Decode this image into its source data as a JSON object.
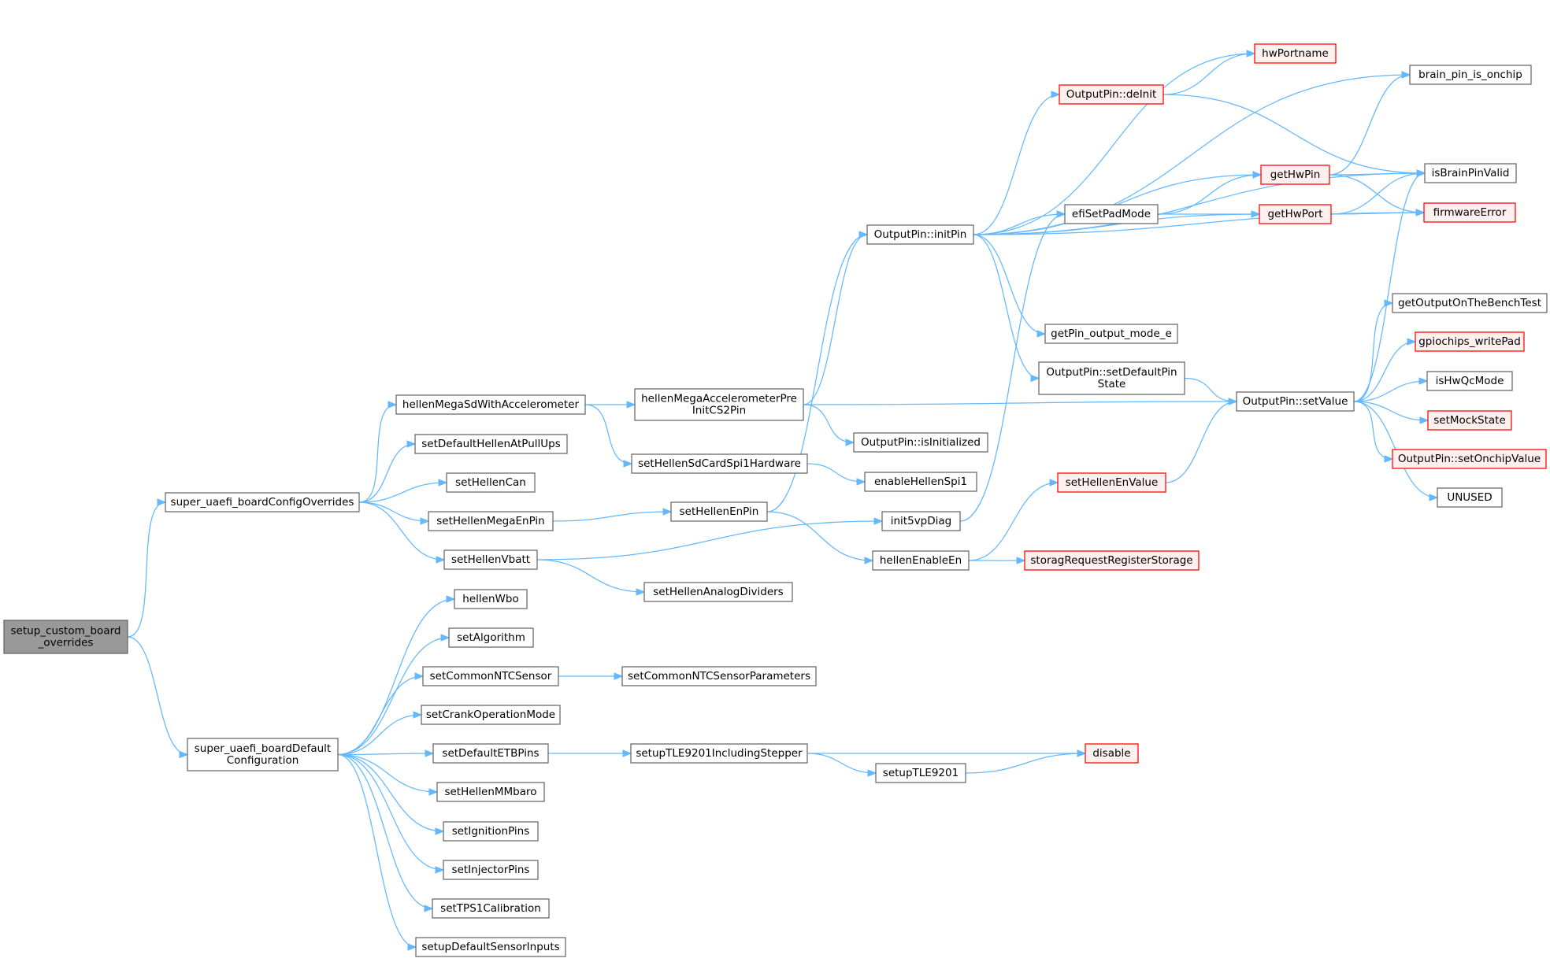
{
  "colors": {
    "edge": "#63B8FF",
    "node_border": "#666666",
    "node_fill": "#ffffff",
    "root_fill": "#999999",
    "root_border": "#666666",
    "truncated_border": "#ff0000",
    "truncated_fill": "#fff0f0"
  },
  "nodes": [
    {
      "id": "setup_custom_board_overrides",
      "lines": [
        "setup_custom_board",
        "_overrides"
      ],
      "kind": "root"
    },
    {
      "id": "super_uaefi_boardConfigOverrides",
      "lines": [
        "super_uaefi_boardConfigOverrides"
      ],
      "kind": "normal"
    },
    {
      "id": "super_uaefi_boardDefaultConfiguration",
      "lines": [
        "super_uaefi_boardDefault",
        "Configuration"
      ],
      "kind": "normal"
    },
    {
      "id": "hellenMegaSdWithAccelerometer",
      "lines": [
        "hellenMegaSdWithAccelerometer"
      ],
      "kind": "normal"
    },
    {
      "id": "setDefaultHellenAtPullUps",
      "lines": [
        "setDefaultHellenAtPullUps"
      ],
      "kind": "normal"
    },
    {
      "id": "setHellenCan",
      "lines": [
        "setHellenCan"
      ],
      "kind": "normal"
    },
    {
      "id": "setHellenMegaEnPin",
      "lines": [
        "setHellenMegaEnPin"
      ],
      "kind": "normal"
    },
    {
      "id": "setHellenVbatt",
      "lines": [
        "setHellenVbatt"
      ],
      "kind": "normal"
    },
    {
      "id": "hellenWbo",
      "lines": [
        "hellenWbo"
      ],
      "kind": "normal"
    },
    {
      "id": "setAlgorithm",
      "lines": [
        "setAlgorithm"
      ],
      "kind": "normal"
    },
    {
      "id": "setCommonNTCSensor",
      "lines": [
        "setCommonNTCSensor"
      ],
      "kind": "normal"
    },
    {
      "id": "setCrankOperationMode",
      "lines": [
        "setCrankOperationMode"
      ],
      "kind": "normal"
    },
    {
      "id": "setDefaultETBPins",
      "lines": [
        "setDefaultETBPins"
      ],
      "kind": "normal"
    },
    {
      "id": "setHellenMMbaro",
      "lines": [
        "setHellenMMbaro"
      ],
      "kind": "normal"
    },
    {
      "id": "setIgnitionPins",
      "lines": [
        "setIgnitionPins"
      ],
      "kind": "normal"
    },
    {
      "id": "setInjectorPins",
      "lines": [
        "setInjectorPins"
      ],
      "kind": "normal"
    },
    {
      "id": "setTPS1Calibration",
      "lines": [
        "setTPS1Calibration"
      ],
      "kind": "normal"
    },
    {
      "id": "setupDefaultSensorInputs",
      "lines": [
        "setupDefaultSensorInputs"
      ],
      "kind": "normal"
    },
    {
      "id": "hellenMegaAccelerometerPreInitCS2Pin",
      "lines": [
        "hellenMegaAccelerometerPre",
        "InitCS2Pin"
      ],
      "kind": "normal"
    },
    {
      "id": "setHellenSdCardSpi1Hardware",
      "lines": [
        "setHellenSdCardSpi1Hardware"
      ],
      "kind": "normal"
    },
    {
      "id": "setHellenEnPin",
      "lines": [
        "setHellenEnPin"
      ],
      "kind": "normal"
    },
    {
      "id": "setHellenAnalogDividers",
      "lines": [
        "setHellenAnalogDividers"
      ],
      "kind": "normal"
    },
    {
      "id": "setCommonNTCSensorParameters",
      "lines": [
        "setCommonNTCSensorParameters"
      ],
      "kind": "normal"
    },
    {
      "id": "setupTLE9201IncludingStepper",
      "lines": [
        "setupTLE9201IncludingStepper"
      ],
      "kind": "normal"
    },
    {
      "id": "setupTLE9201",
      "lines": [
        "setupTLE9201"
      ],
      "kind": "normal"
    },
    {
      "id": "OutputPin_initPin",
      "lines": [
        "OutputPin::initPin"
      ],
      "kind": "normal"
    },
    {
      "id": "OutputPin_isInitialized",
      "lines": [
        "OutputPin::isInitialized"
      ],
      "kind": "normal"
    },
    {
      "id": "enableHellenSpi1",
      "lines": [
        "enableHellenSpi1"
      ],
      "kind": "normal"
    },
    {
      "id": "init5vpDiag",
      "lines": [
        "init5vpDiag"
      ],
      "kind": "normal"
    },
    {
      "id": "hellenEnableEn",
      "lines": [
        "hellenEnableEn"
      ],
      "kind": "normal"
    },
    {
      "id": "disable",
      "lines": [
        "disable"
      ],
      "kind": "truncated"
    },
    {
      "id": "OutputPin_deInit",
      "lines": [
        "OutputPin::deInit"
      ],
      "kind": "truncated"
    },
    {
      "id": "efiSetPadMode",
      "lines": [
        "efiSetPadMode"
      ],
      "kind": "normal"
    },
    {
      "id": "getPin_output_mode_e",
      "lines": [
        "getPin_output_mode_e"
      ],
      "kind": "normal"
    },
    {
      "id": "OutputPin_setDefaultPinState",
      "lines": [
        "OutputPin::setDefaultPin",
        "State"
      ],
      "kind": "normal"
    },
    {
      "id": "setHellenEnValue",
      "lines": [
        "setHellenEnValue"
      ],
      "kind": "truncated"
    },
    {
      "id": "storagRequestRegisterStorage",
      "lines": [
        "storagRequestRegisterStorage"
      ],
      "kind": "truncated"
    },
    {
      "id": "hwPortname",
      "lines": [
        "hwPortname"
      ],
      "kind": "truncated"
    },
    {
      "id": "getHwPin",
      "lines": [
        "getHwPin"
      ],
      "kind": "truncated"
    },
    {
      "id": "getHwPort",
      "lines": [
        "getHwPort"
      ],
      "kind": "truncated"
    },
    {
      "id": "OutputPin_setValue",
      "lines": [
        "OutputPin::setValue"
      ],
      "kind": "normal"
    },
    {
      "id": "brain_pin_is_onchip",
      "lines": [
        "brain_pin_is_onchip"
      ],
      "kind": "normal"
    },
    {
      "id": "isBrainPinValid",
      "lines": [
        "isBrainPinValid"
      ],
      "kind": "normal"
    },
    {
      "id": "firmwareError",
      "lines": [
        "firmwareError"
      ],
      "kind": "truncated"
    },
    {
      "id": "getOutputOnTheBenchTest",
      "lines": [
        "getOutputOnTheBenchTest"
      ],
      "kind": "normal"
    },
    {
      "id": "gpiochips_writePad",
      "lines": [
        "gpiochips_writePad"
      ],
      "kind": "truncated"
    },
    {
      "id": "isHwQcMode",
      "lines": [
        "isHwQcMode"
      ],
      "kind": "normal"
    },
    {
      "id": "setMockState",
      "lines": [
        "setMockState"
      ],
      "kind": "truncated"
    },
    {
      "id": "OutputPin_setOnchipValue",
      "lines": [
        "OutputPin::setOnchipValue"
      ],
      "kind": "truncated"
    },
    {
      "id": "UNUSED",
      "lines": [
        "UNUSED"
      ],
      "kind": "normal"
    }
  ],
  "edges": [
    [
      "setup_custom_board_overrides",
      "super_uaefi_boardConfigOverrides"
    ],
    [
      "setup_custom_board_overrides",
      "super_uaefi_boardDefaultConfiguration"
    ],
    [
      "super_uaefi_boardConfigOverrides",
      "hellenMegaSdWithAccelerometer"
    ],
    [
      "super_uaefi_boardConfigOverrides",
      "setDefaultHellenAtPullUps"
    ],
    [
      "super_uaefi_boardConfigOverrides",
      "setHellenCan"
    ],
    [
      "super_uaefi_boardConfigOverrides",
      "setHellenMegaEnPin"
    ],
    [
      "super_uaefi_boardConfigOverrides",
      "setHellenVbatt"
    ],
    [
      "super_uaefi_boardDefaultConfiguration",
      "hellenWbo"
    ],
    [
      "super_uaefi_boardDefaultConfiguration",
      "setAlgorithm"
    ],
    [
      "super_uaefi_boardDefaultConfiguration",
      "setCommonNTCSensor"
    ],
    [
      "super_uaefi_boardDefaultConfiguration",
      "setCrankOperationMode"
    ],
    [
      "super_uaefi_boardDefaultConfiguration",
      "setDefaultETBPins"
    ],
    [
      "super_uaefi_boardDefaultConfiguration",
      "setHellenMMbaro"
    ],
    [
      "super_uaefi_boardDefaultConfiguration",
      "setIgnitionPins"
    ],
    [
      "super_uaefi_boardDefaultConfiguration",
      "setInjectorPins"
    ],
    [
      "super_uaefi_boardDefaultConfiguration",
      "setTPS1Calibration"
    ],
    [
      "super_uaefi_boardDefaultConfiguration",
      "setupDefaultSensorInputs"
    ],
    [
      "hellenMegaSdWithAccelerometer",
      "hellenMegaAccelerometerPreInitCS2Pin"
    ],
    [
      "hellenMegaSdWithAccelerometer",
      "setHellenSdCardSpi1Hardware"
    ],
    [
      "setHellenMegaEnPin",
      "setHellenEnPin"
    ],
    [
      "setHellenVbatt",
      "init5vpDiag"
    ],
    [
      "setHellenVbatt",
      "setHellenAnalogDividers"
    ],
    [
      "setCommonNTCSensor",
      "setCommonNTCSensorParameters"
    ],
    [
      "setDefaultETBPins",
      "setupTLE9201IncludingStepper"
    ],
    [
      "hellenMegaAccelerometerPreInitCS2Pin",
      "OutputPin_initPin"
    ],
    [
      "hellenMegaAccelerometerPreInitCS2Pin",
      "OutputPin_isInitialized"
    ],
    [
      "hellenMegaAccelerometerPreInitCS2Pin",
      "OutputPin_setValue"
    ],
    [
      "setHellenSdCardSpi1Hardware",
      "enableHellenSpi1"
    ],
    [
      "setHellenEnPin",
      "OutputPin_initPin"
    ],
    [
      "setHellenEnPin",
      "hellenEnableEn"
    ],
    [
      "setupTLE9201IncludingStepper",
      "disable"
    ],
    [
      "setupTLE9201IncludingStepper",
      "setupTLE9201"
    ],
    [
      "setupTLE9201",
      "disable"
    ],
    [
      "init5vpDiag",
      "efiSetPadMode"
    ],
    [
      "hellenEnableEn",
      "setHellenEnValue"
    ],
    [
      "hellenEnableEn",
      "storagRequestRegisterStorage"
    ],
    [
      "OutputPin_initPin",
      "brain_pin_is_onchip"
    ],
    [
      "OutputPin_initPin",
      "hwPortname"
    ],
    [
      "OutputPin_initPin",
      "OutputPin_deInit"
    ],
    [
      "OutputPin_initPin",
      "isBrainPinValid"
    ],
    [
      "OutputPin_initPin",
      "getHwPin"
    ],
    [
      "OutputPin_initPin",
      "efiSetPadMode"
    ],
    [
      "OutputPin_initPin",
      "getHwPort"
    ],
    [
      "OutputPin_initPin",
      "firmwareError"
    ],
    [
      "OutputPin_initPin",
      "getPin_output_mode_e"
    ],
    [
      "OutputPin_initPin",
      "OutputPin_setDefaultPinState"
    ],
    [
      "OutputPin_deInit",
      "hwPortname"
    ],
    [
      "OutputPin_deInit",
      "isBrainPinValid"
    ],
    [
      "efiSetPadMode",
      "getHwPin"
    ],
    [
      "efiSetPadMode",
      "getHwPort"
    ],
    [
      "getHwPin",
      "brain_pin_is_onchip"
    ],
    [
      "getHwPin",
      "isBrainPinValid"
    ],
    [
      "getHwPin",
      "firmwareError"
    ],
    [
      "getHwPort",
      "isBrainPinValid"
    ],
    [
      "getHwPort",
      "firmwareError"
    ],
    [
      "OutputPin_setDefaultPinState",
      "OutputPin_setValue"
    ],
    [
      "setHellenEnValue",
      "OutputPin_setValue"
    ],
    [
      "OutputPin_setValue",
      "isBrainPinValid"
    ],
    [
      "OutputPin_setValue",
      "getOutputOnTheBenchTest"
    ],
    [
      "OutputPin_setValue",
      "gpiochips_writePad"
    ],
    [
      "OutputPin_setValue",
      "isHwQcMode"
    ],
    [
      "OutputPin_setValue",
      "setMockState"
    ],
    [
      "OutputPin_setValue",
      "OutputPin_setOnchipValue"
    ],
    [
      "OutputPin_setValue",
      "UNUSED"
    ]
  ]
}
